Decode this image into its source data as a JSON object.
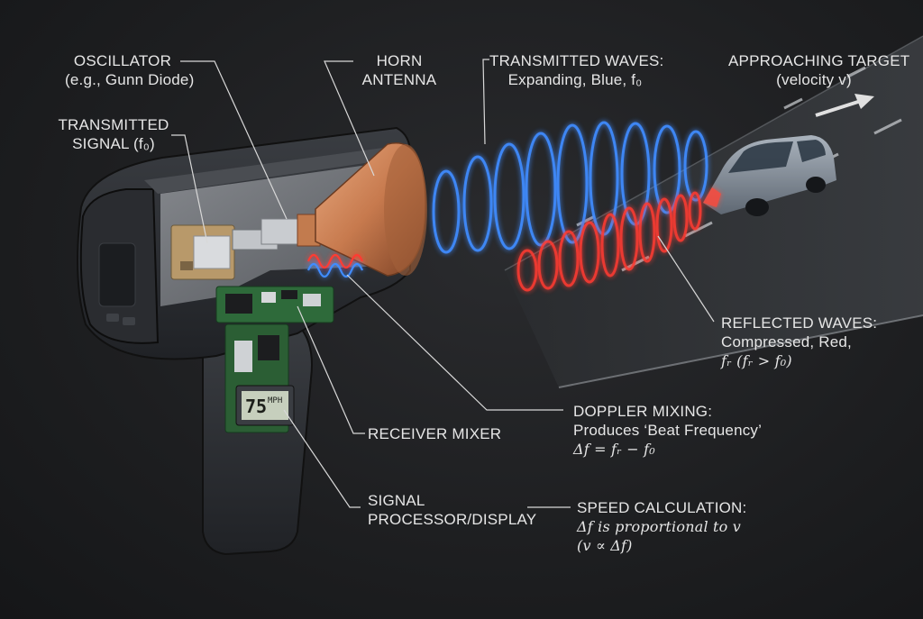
{
  "labels": {
    "oscillator": {
      "line1": "OSCILLATOR",
      "line2": "(e.g., Gunn Diode)"
    },
    "transmitted_signal": {
      "line1": "TRANSMITTED",
      "line2": "SIGNAL (f₀)"
    },
    "horn_antenna": {
      "line1": "HORN",
      "line2": "ANTENNA"
    },
    "transmitted_waves": {
      "line1": "TRANSMITTED WAVES:",
      "line2": "Expanding, Blue, f₀"
    },
    "approaching_target": {
      "line1": "APPROACHING TARGET",
      "line2": "(velocity v)"
    },
    "reflected_waves": {
      "line1": "REFLECTED WAVES:",
      "line2": "Compressed, Red,",
      "line3": "fᵣ (fᵣ > f₀)"
    },
    "receiver_mixer": {
      "line1": "RECEIVER MIXER"
    },
    "doppler_mixing": {
      "line1": "DOPPLER MIXING:",
      "line2": "Produces ‘Beat Frequency’",
      "line3": "Δf = fᵣ − f₀"
    },
    "signal_processor": {
      "line1": "SIGNAL",
      "line2": "PROCESSOR/DISPLAY"
    },
    "speed_calculation": {
      "line1": "SPEED CALCULATION:",
      "line2": "Δf is proportional to v",
      "line3": "(v ∝ Δf)"
    }
  },
  "display": {
    "speed": "75",
    "unit": "MPH"
  },
  "colors": {
    "transmitted_wave": "#3f8cff",
    "reflected_wave": "#ff3b30",
    "horn": "#c77a4e",
    "car": "#8f99a6",
    "leader_line": "#d8d8d8"
  }
}
